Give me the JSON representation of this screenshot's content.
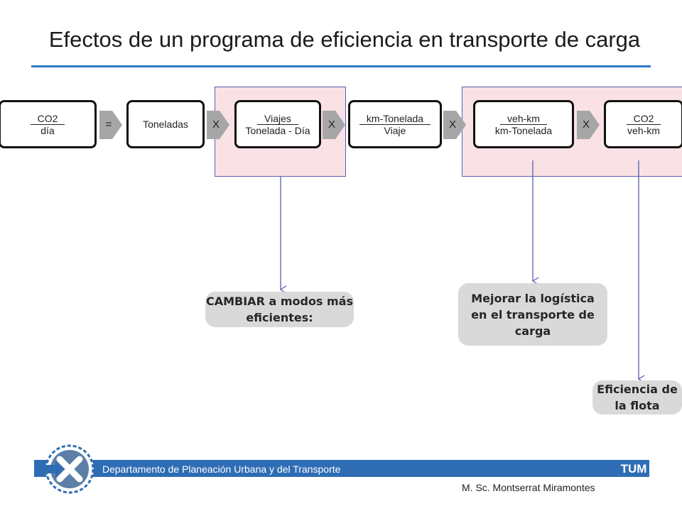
{
  "title": "Efectos de un programa de eficiencia en transporte de carga",
  "formula": {
    "co2_dia": {
      "num": "CO2",
      "den": "día"
    },
    "equals": "=",
    "toneladas": "Toneladas",
    "viajes": {
      "num": "Viajes",
      "den": "Tonelada - Día"
    },
    "km_tonelada": {
      "num": "km-Tonelada",
      "den": "Viaje"
    },
    "veh_km": {
      "num": "veh-km",
      "den": "km-Tonelada"
    },
    "co2_vehkm": {
      "num": "CO2",
      "den": "veh-km"
    },
    "times": "X"
  },
  "callouts": {
    "cambiar": "CAMBIAR a modos más eficientes:",
    "logistica": "Mejorar  la logística en el transporte de carga",
    "flota": "Eficiencia de la flota"
  },
  "footer": {
    "department": "Departamento de Planeación Urbana y del Transporte",
    "author": "M. Sc. Montserrat Miramontes",
    "logo": "TUM"
  },
  "colors": {
    "title_rule": "#2e7bc4",
    "highlight_fill": "#f9e1e6",
    "arrow_line": "#5a5fb0",
    "operator_gray": "#a6a6a6",
    "callout_gray": "#d9d9d9",
    "footer_blue": "#2e6db4"
  }
}
